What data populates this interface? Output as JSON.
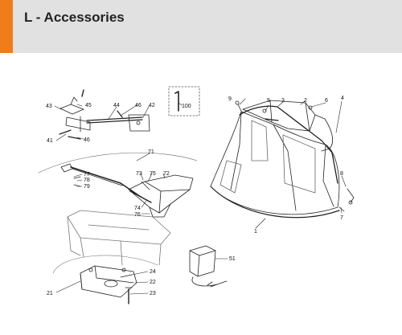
{
  "header": {
    "title": "L - Accessories",
    "accent_color": "#ef7d1a",
    "background": "#e1e1e1"
  },
  "callouts": {
    "c1": "1",
    "c2": "2",
    "c3": "3",
    "c4": "4",
    "c5": "5",
    "c6": "6",
    "c7": "7",
    "c8": "8",
    "c9": "9",
    "c21": "21",
    "c22": "22",
    "c23": "23",
    "c24": "24",
    "c41": "41",
    "c42": "42",
    "c43": "43",
    "c44": "44",
    "c45": "45",
    "c46a": "46",
    "c46b": "46",
    "c51": "51",
    "c71": "71",
    "c72": "72",
    "c73": "73",
    "c74": "74",
    "c75": "75",
    "c76": "76",
    "c77": "77",
    "c78": "78",
    "c79": "79",
    "c100": "100"
  }
}
